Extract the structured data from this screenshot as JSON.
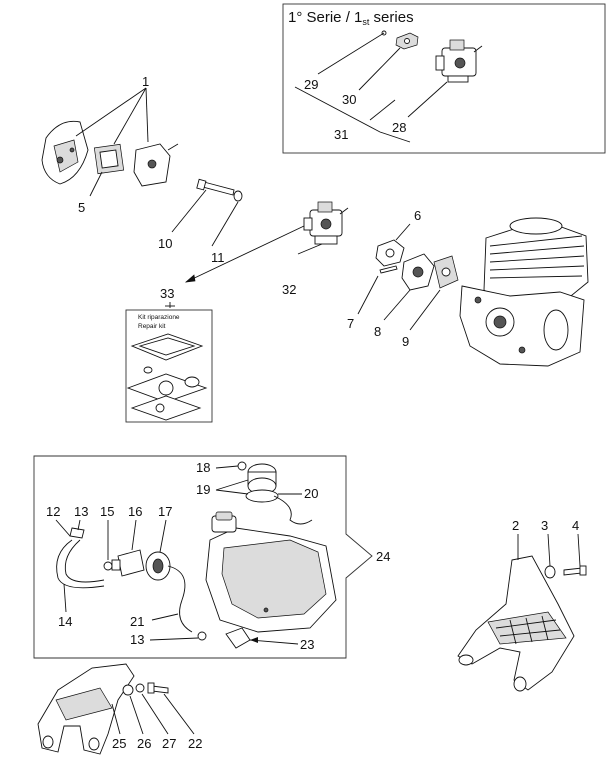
{
  "series_box": {
    "title": "1° Serie / 1",
    "title_sub": "st",
    "title_end": " series"
  },
  "kit": {
    "line1": "Kit riparazione",
    "line2": "Repair kit"
  },
  "callouts": {
    "n1": "1",
    "n2": "2",
    "n3": "3",
    "n4": "4",
    "n5": "5",
    "n6": "6",
    "n7": "7",
    "n8": "8",
    "n9": "9",
    "n10": "10",
    "n11": "11",
    "n12": "12",
    "n13a": "13",
    "n13b": "13",
    "n14": "14",
    "n15": "15",
    "n16": "16",
    "n17": "17",
    "n18": "18",
    "n19": "19",
    "n20": "20",
    "n21": "21",
    "n22": "22",
    "n23": "23",
    "n24": "24",
    "n25": "25",
    "n26": "26",
    "n27": "27",
    "n28": "28",
    "n29": "29",
    "n30": "30",
    "n31": "31",
    "n32": "32",
    "n33": "33"
  }
}
